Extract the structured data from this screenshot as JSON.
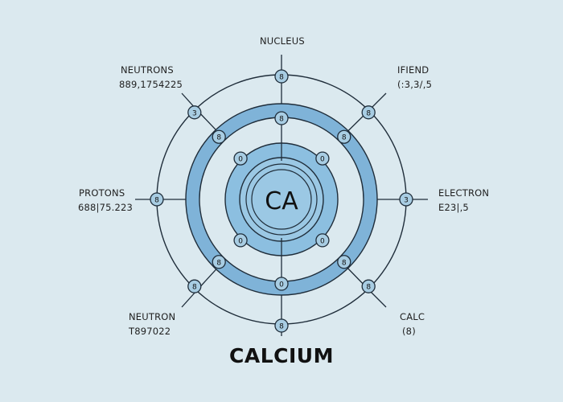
{
  "title": "CALCIUM",
  "center_symbol": "CA",
  "labels": {
    "top": "NUCLEUS",
    "top_left_title": "NEUTRONS",
    "top_left_value": "889,1754225",
    "top_right_title": "IFIEND",
    "top_right_value": "(:3,3/,5",
    "left_title": "PROTONS",
    "left_value": "688|75.223",
    "right_title": "ELECTRON",
    "right_value": "E23|,5",
    "bottom_left_title": "NEUTRON",
    "bottom_left_value": "T897022",
    "bottom_right_title": "CALC",
    "bottom_right_value": "(8)"
  },
  "nodes": {
    "outer": [
      "8",
      "8",
      "3",
      "8",
      "8",
      "8",
      "8",
      "3"
    ],
    "band": [
      "8",
      "8",
      "8",
      "8",
      "0",
      "8",
      "8",
      "8"
    ],
    "inner": [
      "0",
      "0",
      "0",
      "0",
      "0",
      "0"
    ]
  },
  "colors": {
    "background": "#dbe9ef",
    "fill_light": "#a8cde3",
    "fill_band": "#7fb3d8",
    "fill_core": "#8cbfe0",
    "line": "#1f2d3a"
  }
}
